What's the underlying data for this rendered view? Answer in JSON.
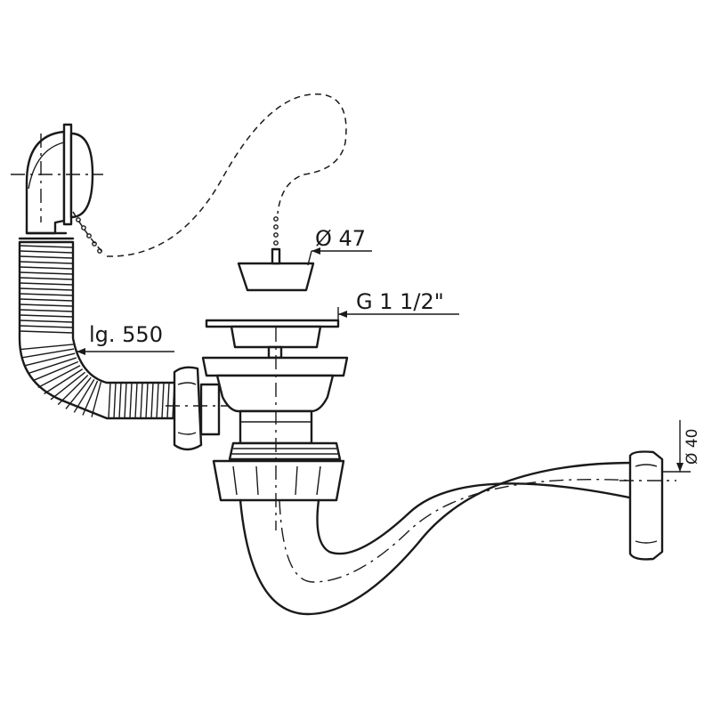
{
  "dimensions": {
    "plug_diameter": "Ø 47",
    "thread_size": "G 1 1/2\"",
    "hose_length": "lg. 550",
    "outlet_diameter": "Ø 40"
  },
  "colors": {
    "line": "#1a1a1a",
    "background": "#ffffff"
  }
}
